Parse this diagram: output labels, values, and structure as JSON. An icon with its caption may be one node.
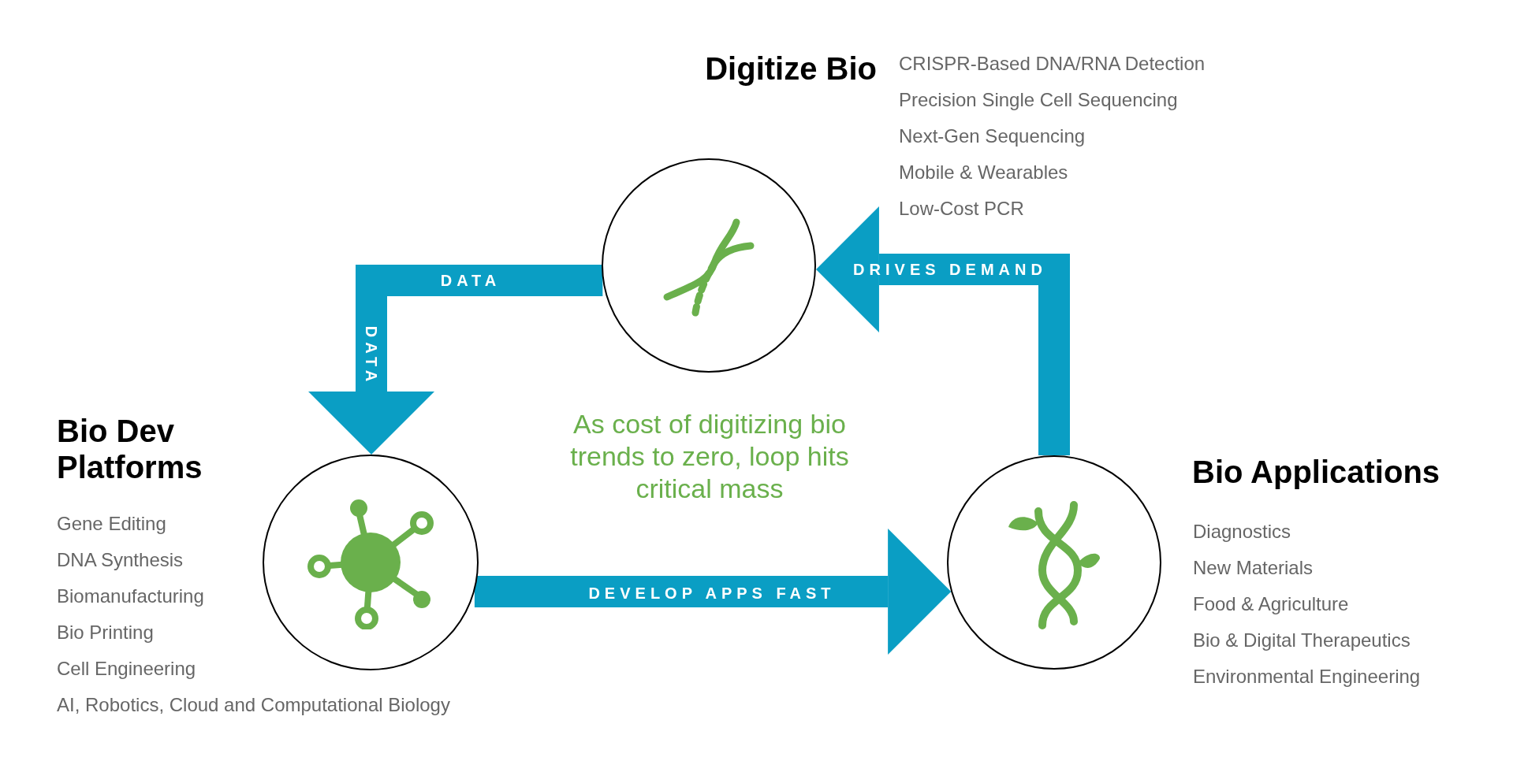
{
  "diagram": {
    "nodes": [
      {
        "text": [
          "Digitize Bio"
        ],
        "beside": [
          "CRISPR-Based DNA/RNA Detection",
          "Precision Single Cell Sequencing",
          "Next-Gen Sequencing",
          "Mobile & Wearables",
          "Low-Cost PCR"
        ]
      },
      {
        "text": [
          "Bio Dev Platforms"
        ],
        "beside": [
          "Gene Editing",
          "DNA Synthesis",
          "Biomanufacturing",
          "Bio Printing",
          "Cell Engineering",
          "AI, Robotics, Cloud and Computational Biology"
        ]
      },
      {
        "text": [
          "Bio Applications"
        ],
        "beside": [
          "Diagnostics",
          "New Materials",
          "Food & Agriculture",
          "Bio & Digital Therapeutics",
          "Environmental Engineering"
        ]
      }
    ],
    "edges": [
      {
        "from": 0,
        "to": 1,
        "arrow": "to",
        "label": "DATA"
      },
      {
        "from": 1,
        "to": 2,
        "arrow": "to",
        "label": "DEVELOP APPS FAST"
      },
      {
        "from": 2,
        "to": 0,
        "arrow": "to",
        "label": "DRIVES DEMAND"
      }
    ],
    "labels": [
      "DATA",
      "As cost of digitizing bio trends to zero, loop hits critical mass"
    ]
  }
}
